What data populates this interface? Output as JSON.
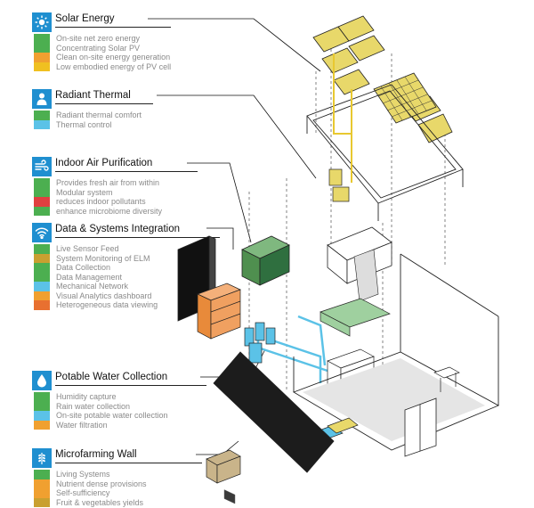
{
  "colors": {
    "icon_blue": "#1f8fd0",
    "solar_yellow": "#e8d86a",
    "green": "#4caf50",
    "orange": "#e88a3a",
    "water_blue": "#5bc2e7",
    "tan": "#c9b48a"
  },
  "sections": [
    {
      "id": "solar",
      "icon": "sun-icon",
      "title": "Solar Energy",
      "items": [
        {
          "text": "On-site net zero energy",
          "color": "#4caf50"
        },
        {
          "text": "Concentrating Solar PV",
          "color": "#4caf50"
        },
        {
          "text": "Clean on-site energy generation",
          "color": "#f0a030"
        },
        {
          "text": "Low embodied energy of PV cell",
          "color": "#f0c020"
        }
      ]
    },
    {
      "id": "radiant",
      "icon": "person-icon",
      "title": "Radiant Thermal",
      "items": [
        {
          "text": "Radiant thermal comfort",
          "color": "#4caf50"
        },
        {
          "text": "Thermal control",
          "color": "#5bc2e7"
        }
      ]
    },
    {
      "id": "air",
      "icon": "wind-icon",
      "title": "Indoor Air Purification",
      "items": [
        {
          "text": "Provides fresh air from within",
          "color": "#4caf50"
        },
        {
          "text": "Modular system",
          "color": "#4caf50"
        },
        {
          "text": "reduces indoor pollutants",
          "color": "#e04040"
        },
        {
          "text": "enhance microbiome diversity",
          "color": "#4caf50"
        }
      ]
    },
    {
      "id": "data",
      "icon": "wifi-icon",
      "title": "Data & Systems Integration",
      "items": [
        {
          "text": "Live Sensor Feed",
          "color": "#4caf50"
        },
        {
          "text": "System Monitoring of ELM",
          "color": "#c9a030"
        },
        {
          "text": "Data Collection",
          "color": "#4caf50"
        },
        {
          "text": "Data Management",
          "color": "#4caf50"
        },
        {
          "text": "Mechanical Network",
          "color": "#5bc2e7"
        },
        {
          "text": "Visual Analytics dashboard",
          "color": "#f0a030"
        },
        {
          "text": "Heterogeneous data viewing",
          "color": "#e87030"
        }
      ]
    },
    {
      "id": "water",
      "icon": "drop-icon",
      "title": "Potable Water Collection",
      "items": [
        {
          "text": "Humidity capture",
          "color": "#4caf50"
        },
        {
          "text": "Rain water collection",
          "color": "#4caf50"
        },
        {
          "text": "On-site potable water collection",
          "color": "#5bc2e7"
        },
        {
          "text": "Water filtration",
          "color": "#f0a030"
        }
      ]
    },
    {
      "id": "farm",
      "icon": "wheat-icon",
      "title": "Microfarming Wall",
      "items": [
        {
          "text": "Living Systems",
          "color": "#4caf50"
        },
        {
          "text": "Nutrient dense provisions",
          "color": "#f0a030"
        },
        {
          "text": "Self-sufficiency",
          "color": "#f0a030"
        },
        {
          "text": "Fruit & vegetables yields",
          "color": "#c9a030"
        }
      ]
    }
  ]
}
